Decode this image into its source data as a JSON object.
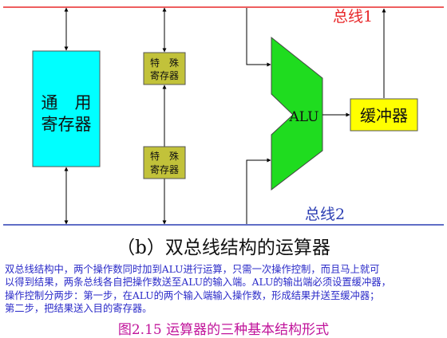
{
  "diagram": {
    "bus1_label": "总线1",
    "bus2_label": "总线2",
    "gp_register": [
      "通　用",
      "寄存器"
    ],
    "special_register_top": [
      "特　殊",
      "寄存器"
    ],
    "special_register_bottom": [
      "特　殊",
      "寄存器"
    ],
    "alu_label": "ALU",
    "buffer_label": "缓冲器",
    "colors": {
      "bus1": "#e8282a",
      "bus2": "#2c3fb3",
      "gp_register_fill": "#00ffff",
      "special_register_fill": "#c2c23a",
      "alu_fill": "#1fdc1f",
      "buffer_fill": "#ffff00"
    }
  },
  "subtitle": "（b）双总线结构的运算器",
  "description_lines": [
    "双总线结构中，两个操作数同时加到ALU进行运算，只需一次操作控制，而且马上就可",
    "以得到结果，两条总线各自把操作数送至ALU的输入端。ALU的输出端必须设置缓冲器，",
    "操作控制分两步：第一步，在ALU的两个输入端输入操作数，形成结果并送至缓冲器；",
    "第二步，把结果送入目的寄存器。"
  ],
  "figure_caption": "图2.15 运算器的三种基本结构形式"
}
